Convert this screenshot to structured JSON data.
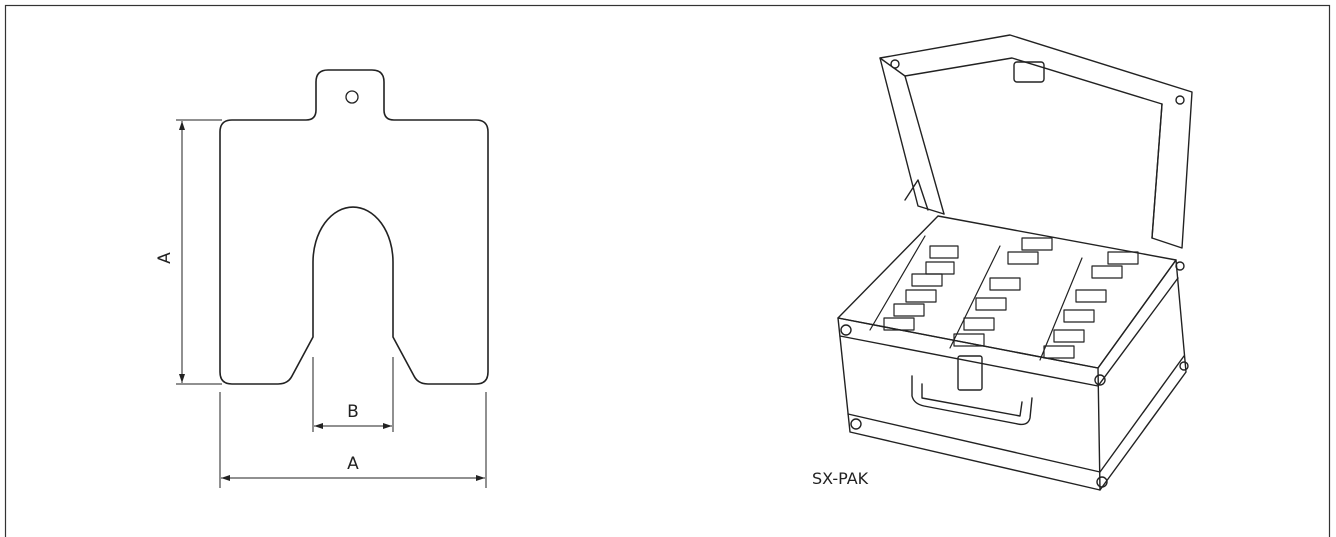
{
  "shim_drawing": {
    "dimension_height_label": "A",
    "dimension_slot_label": "B",
    "dimension_width_label": "A"
  },
  "kit_illustration": {
    "caption": "SX-PAK"
  },
  "colors": {
    "line": "#222222",
    "border": "#333333",
    "background": "#ffffff"
  }
}
